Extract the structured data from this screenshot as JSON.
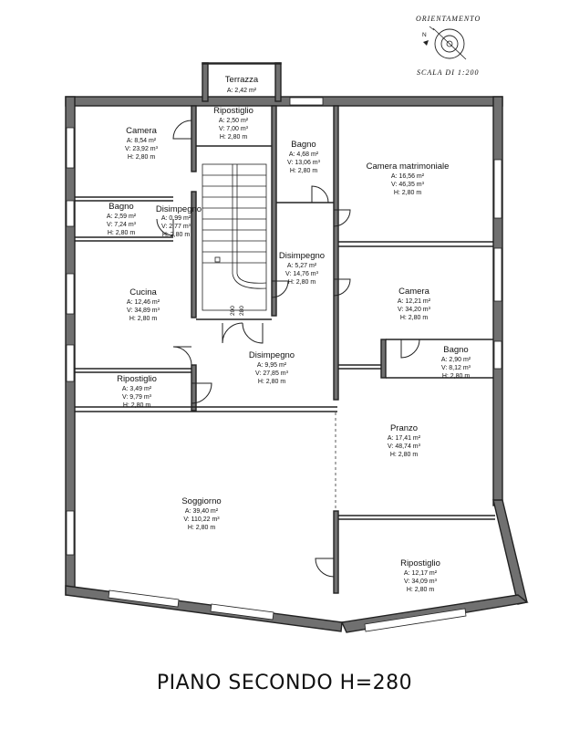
{
  "legend": {
    "orientation_label": "ORIENTAMENTO",
    "scale_label": "SCALA DI 1:200"
  },
  "floor_title": "PIANO SECONDO H=280",
  "stair_marks": [
    "200",
    "280"
  ],
  "rooms": [
    {
      "id": "terrazza",
      "name": "Terrazza",
      "a": "A: 2,42 m²",
      "v": "",
      "h": ""
    },
    {
      "id": "ripostiglio-top",
      "name": "Ripostiglio",
      "a": "A: 2,50 m²",
      "v": "V: 7,00 m³",
      "h": "H: 2,80 m"
    },
    {
      "id": "camera-nw",
      "name": "Camera",
      "a": "A: 8,54 m²",
      "v": "V: 23,92 m³",
      "h": "H: 2,80 m"
    },
    {
      "id": "bagno-center",
      "name": "Bagno",
      "a": "A: 4,68 m²",
      "v": "V: 13,06 m³",
      "h": "H: 2,80 m"
    },
    {
      "id": "camera-matrimoniale",
      "name": "Camera matrimoniale",
      "a": "A: 16,56 m²",
      "v": "V: 46,35 m³",
      "h": "H: 2,80 m"
    },
    {
      "id": "bagno-west",
      "name": "Bagno",
      "a": "A: 2,59 m²",
      "v": "V: 7,24 m³",
      "h": "H: 2,80 m"
    },
    {
      "id": "disimpegno-small",
      "name": "Disimpegno",
      "a": "A: 0,99 m²",
      "v": "V: 2,77 m³",
      "h": "H: 2,80 m"
    },
    {
      "id": "disimpegno-center",
      "name": "Disimpegno",
      "a": "A: 5,27 m²",
      "v": "V: 14,76 m³",
      "h": "H: 2,80 m"
    },
    {
      "id": "camera-east",
      "name": "Camera",
      "a": "A: 12,21 m²",
      "v": "V: 34,20 m³",
      "h": "H: 2,80 m"
    },
    {
      "id": "cucina",
      "name": "Cucina",
      "a": "A: 12,46 m²",
      "v": "V: 34,89 m³",
      "h": "H: 2,80 m"
    },
    {
      "id": "bagno-east",
      "name": "Bagno",
      "a": "A: 2,90 m²",
      "v": "V: 8,12 m³",
      "h": "H: 2,80 m"
    },
    {
      "id": "disimpegno-lower",
      "name": "Disimpegno",
      "a": "A: 9,95 m²",
      "v": "V: 27,85 m³",
      "h": "H: 2,80 m"
    },
    {
      "id": "ripostiglio-west",
      "name": "Ripostiglio",
      "a": "A: 3,49 m²",
      "v": "V: 9,79 m³",
      "h": "H: 2,80 m"
    },
    {
      "id": "pranzo",
      "name": "Pranzo",
      "a": "A: 17,41 m²",
      "v": "V: 48,74 m³",
      "h": "H: 2,80 m"
    },
    {
      "id": "soggiorno",
      "name": "Soggiorno",
      "a": "A: 39,40 m²",
      "v": "V: 110,22 m³",
      "h": "H: 2,80 m"
    },
    {
      "id": "ripostiglio-se",
      "name": "Ripostiglio",
      "a": "A: 12,17 m²",
      "v": "V: 34,09 m³",
      "h": "H: 2,80 m"
    }
  ]
}
